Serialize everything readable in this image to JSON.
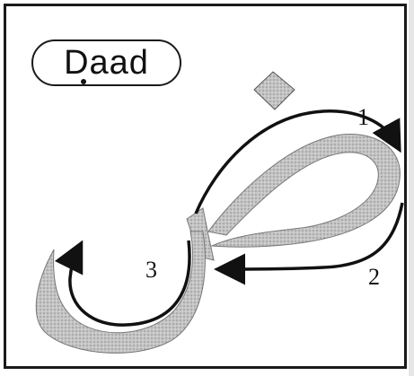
{
  "title": "Daad",
  "stroke_numbers": [
    "1",
    "2",
    "3"
  ],
  "colors": {
    "letter_fill": "#b8b8b8",
    "arrow": "#111111",
    "border": "#1a1a1a"
  }
}
